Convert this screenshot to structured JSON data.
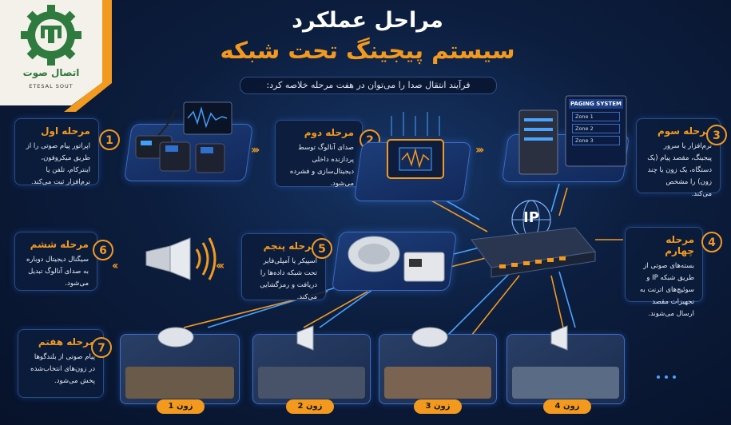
{
  "brand": {
    "name_fa": "اتصال صوت",
    "name_en": "ETESAL SOUT"
  },
  "title": {
    "line1": "مراحل عملکرد",
    "line2": "سیستم پیجینگ تحت شبکه"
  },
  "subtitle": "فرآیند انتقال صدا را می‌توان در هفت مرحله خلاصه کرد:",
  "steps": [
    {
      "num": "1",
      "title": "مرحله اول",
      "desc": "اپراتور پیام صوتی را از طریق میکروفون، اینترکام، تلفن یا نرم‌افزار ثبت می‌کند."
    },
    {
      "num": "2",
      "title": "مرحله دوم",
      "desc": "صدای آنالوگ توسط پردازنده داخلی دیجیتال‌سازی و فشرده می‌شود."
    },
    {
      "num": "3",
      "title": "مرحله سوم",
      "desc": "نرم‌افزار یا سرور پیجینگ، مقصد پیام (یک دستگاه، یک زون یا چند زون) را مشخص می‌کند."
    },
    {
      "num": "4",
      "title": "مرحله چهارم",
      "desc": "بسته‌های صوتی از طریق شبکه IP و سوئیچ‌های اترنت به تجهیزات مقصد ارسال می‌شوند."
    },
    {
      "num": "5",
      "title": "مرحله پنجم",
      "desc": "اسپیکر یا آمپلی‌فایر تحت شبکه داده‌ها را دریافت و رمزگشایی می‌کند."
    },
    {
      "num": "6",
      "title": "مرحله ششم",
      "desc": "سیگنال دیجیتال دوباره به صدای آنالوگ تبدیل می‌شود."
    },
    {
      "num": "7",
      "title": "مرحله هفتم",
      "desc": "پیام صوتی از بلندگوها در زون‌های انتخاب‌شده پخش می‌شود."
    }
  ],
  "screen": {
    "title": "PAGING SYSTEM",
    "zones": [
      "Zone 1",
      "Zone 2",
      "Zone 3"
    ]
  },
  "switch_label": "IP",
  "zones": [
    "زون 1",
    "زون 2",
    "زون 3",
    "زون 4"
  ],
  "colors": {
    "accent": "#f39a1e",
    "background": "#0c1d3d",
    "glow": "#3b6bc4",
    "brand_green": "#2f7a3e"
  },
  "icons": [
    "microphone-icon",
    "phone-icon",
    "chip-icon",
    "server-icon",
    "monitor-icon",
    "network-switch-icon",
    "globe-icon",
    "ceiling-speaker-icon",
    "amplifier-icon",
    "horn-speaker-icon",
    "gear-logo-icon"
  ]
}
